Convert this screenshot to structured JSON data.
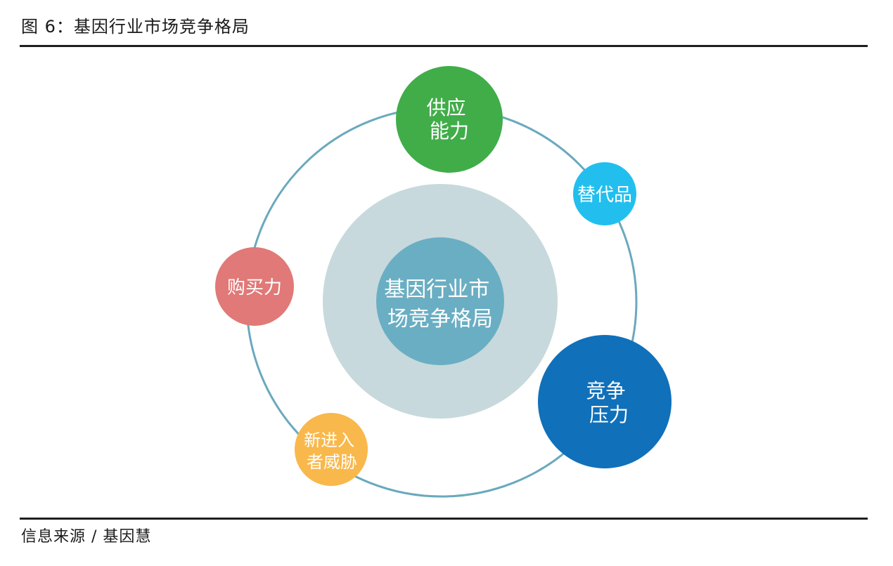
{
  "caption": "图 6：基因行业市场竞争格局",
  "source": "信息来源 / 基因慧",
  "diagram": {
    "center": {
      "lines": [
        "基因行业市",
        "场竞争格局"
      ],
      "color": "#6aaec3",
      "halo_color": "#c7d9dc"
    },
    "orbit_color": "#6aa9bd",
    "nodes": [
      {
        "id": "supply-capacity",
        "lines": [
          "供应",
          "能力"
        ],
        "color": "#41ad49"
      },
      {
        "id": "substitutes",
        "lines": [
          "替代品"
        ],
        "color": "#22bfee"
      },
      {
        "id": "competitive-pressure",
        "lines": [
          "竞争",
          "压力"
        ],
        "color": "#1070ba"
      },
      {
        "id": "new-entrants-threat",
        "lines": [
          "新进入",
          "者威胁"
        ],
        "color": "#f9b84b"
      },
      {
        "id": "purchasing-power",
        "lines": [
          "购买力"
        ],
        "color": "#e07977"
      }
    ]
  }
}
